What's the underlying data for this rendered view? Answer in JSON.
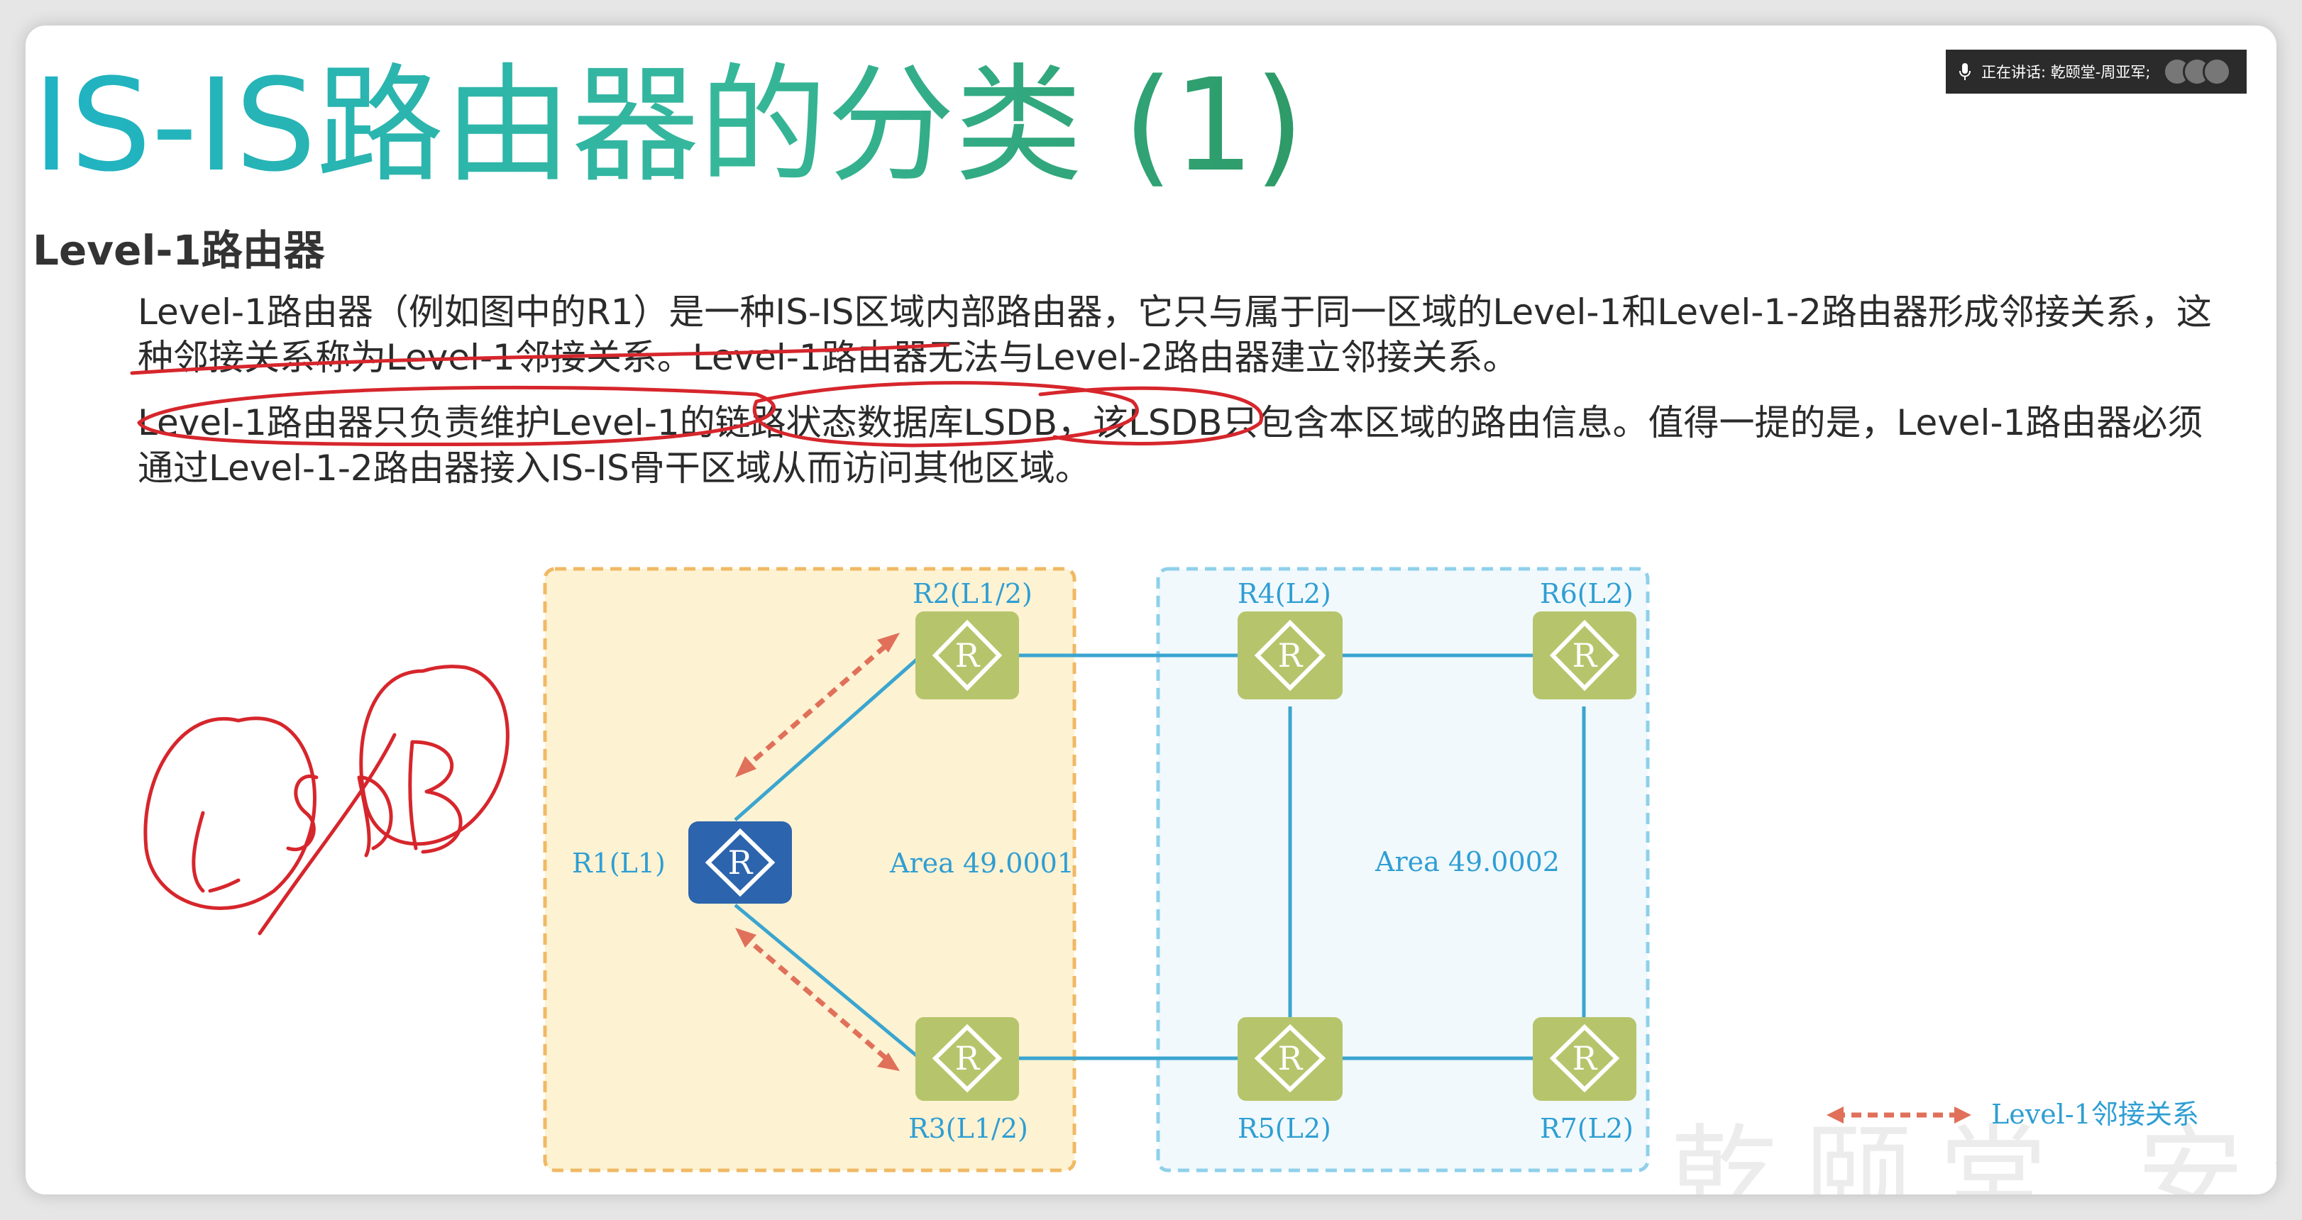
{
  "slide": {
    "title": "IS-IS路由器的分类 (1)",
    "subtitle": "Level-1路由器",
    "para1": "Level-1路由器（例如图中的R1）是一种IS-IS区域内部路由器，它只与属于同一区域的Level-1和Level-1-2路由器形成邻接关系，这种邻接关系称为Level-1邻接关系。Level-1路由器无法与Level-2路由器建立邻接关系。",
    "para2": "Level-1路由器只负责维护Level-1的链路状态数据库LSDB，该LSDB只包含本区域的路由信息。值得一提的是，Level-1路由器必须通过Level-1-2路由器接入IS-IS骨干区域从而访问其他区域。"
  },
  "share_bar": {
    "text": "正在讲话: 乾颐堂-周亚军;"
  },
  "diagram": {
    "areas": [
      {
        "id": "area1",
        "label": "Area 49.0001"
      },
      {
        "id": "area2",
        "label": "Area 49.0002"
      }
    ],
    "routers": [
      {
        "id": "R1",
        "label": "R1(L1)",
        "color": "#2c64ad"
      },
      {
        "id": "R2",
        "label": "R2(L1/2)",
        "color": "#b6c56b"
      },
      {
        "id": "R3",
        "label": "R3(L1/2)",
        "color": "#b6c56b"
      },
      {
        "id": "R4",
        "label": "R4(L2)",
        "color": "#b6c56b"
      },
      {
        "id": "R5",
        "label": "R5(L2)",
        "color": "#b6c56b"
      },
      {
        "id": "R6",
        "label": "R6(L2)",
        "color": "#b6c56b"
      },
      {
        "id": "R7",
        "label": "R7(L2)",
        "color": "#b6c56b"
      }
    ],
    "router_glyph": "R",
    "legend": "Level-1邻接关系"
  },
  "annotations": {
    "handwriting": [
      "LS",
      "DB"
    ]
  },
  "watermark": "乾颐堂 安全",
  "colors": {
    "title_start": "#1fb3c4",
    "title_end": "#2e9a66",
    "area1_fill": "#fdf2d2",
    "area1_border": "#f0b964",
    "area2_fill": "#f1f9fc",
    "area2_border": "#8fd0ea",
    "link": "#3aa5d0",
    "adjacency": "#e0705a",
    "label": "#2f9ed3",
    "ink": "#d6262c"
  }
}
